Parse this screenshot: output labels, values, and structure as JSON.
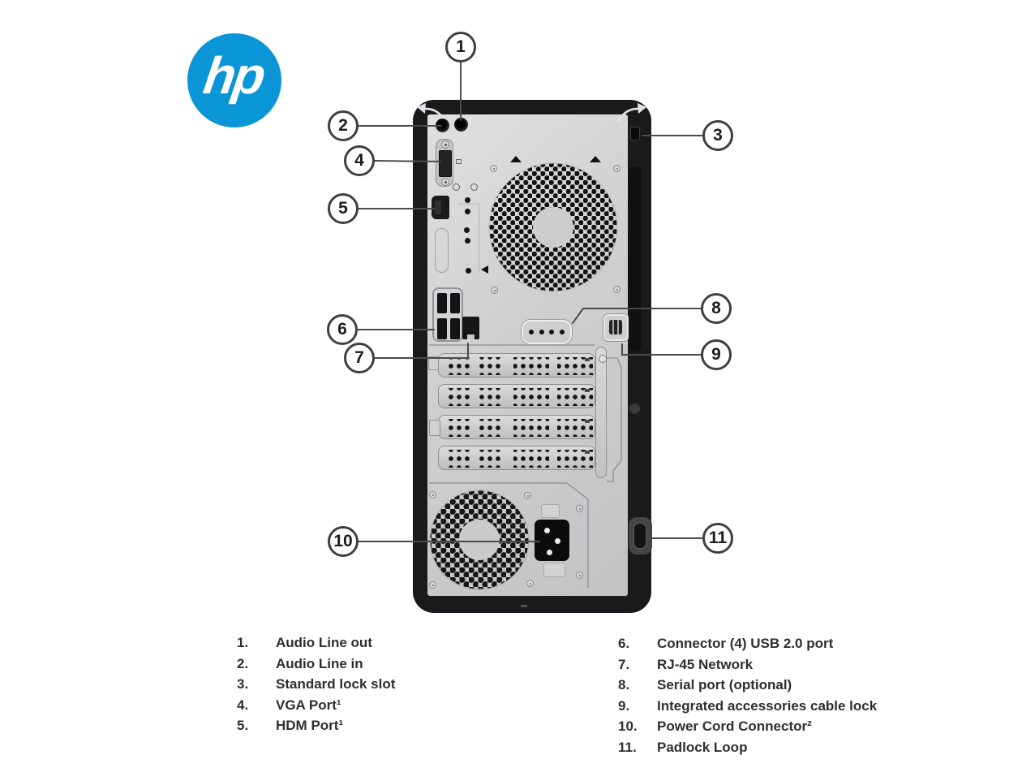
{
  "logo": {
    "text": "hp",
    "color": "#0a96d6"
  },
  "callouts": [
    {
      "n": "1"
    },
    {
      "n": "2"
    },
    {
      "n": "3"
    },
    {
      "n": "4"
    },
    {
      "n": "5"
    },
    {
      "n": "6"
    },
    {
      "n": "7"
    },
    {
      "n": "8"
    },
    {
      "n": "9"
    },
    {
      "n": "10"
    },
    {
      "n": "11"
    }
  ],
  "legend": {
    "left": [
      {
        "num": "1.",
        "label": "Audio Line out"
      },
      {
        "num": "2.",
        "label": "Audio Line in"
      },
      {
        "num": "3.",
        "label": "Standard lock slot"
      },
      {
        "num": "4.",
        "label": "VGA Port¹"
      },
      {
        "num": "5.",
        "label": "HDM Port¹"
      }
    ],
    "right": [
      {
        "num": "6.",
        "label": "Connector (4) USB 2.0 port"
      },
      {
        "num": "7.",
        "label": "RJ-45 Network"
      },
      {
        "num": "8.",
        "label": "Serial port (optional)"
      },
      {
        "num": "9.",
        "label": "Integrated accessories cable lock"
      },
      {
        "num": "10.",
        "label": "Power Cord Connector²"
      },
      {
        "num": "11.",
        "label": "Padlock Loop"
      }
    ]
  }
}
